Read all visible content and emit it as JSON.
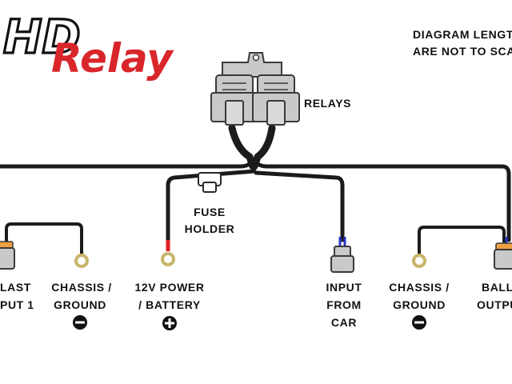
{
  "logo": {
    "hd_text": "HD",
    "relay_text": "Relay"
  },
  "note": {
    "line1": "DIAGRAM LENGT",
    "line2": "ARE NOT TO SCA"
  },
  "labels": {
    "relays": "RELAYS",
    "fuse_line1": "FUSE",
    "fuse_line2": "HOLDER",
    "ballast_left_line1": "LAST",
    "ballast_left_line2": "PUT 1",
    "chassis_left_line1": "CHASSIS /",
    "chassis_left_line2": "GROUND",
    "power_line1": "12V POWER",
    "power_line2": "/ BATTERY",
    "input_line1": "INPUT",
    "input_line2": "FROM",
    "input_line3": "CAR",
    "chassis_right_line1": "CHASSIS /",
    "chassis_right_line2": "GROUND",
    "ballast_right_line1": "BALL",
    "ballast_right_line2": "OUTPU"
  },
  "symbols": {
    "minus_left": "minus-icon",
    "plus": "plus-icon",
    "minus_right": "minus-icon"
  },
  "colors": {
    "wire": "#1b1b1b",
    "relay_body": "#c9c9c9",
    "relay_outline": "#3a3a3a",
    "ring_terminal": "#c9b56a",
    "connector_orange": "#f0a040",
    "positive_wire": "#e02020",
    "signal_wire": "#2a36c8",
    "logo_red": "#d9262b"
  }
}
